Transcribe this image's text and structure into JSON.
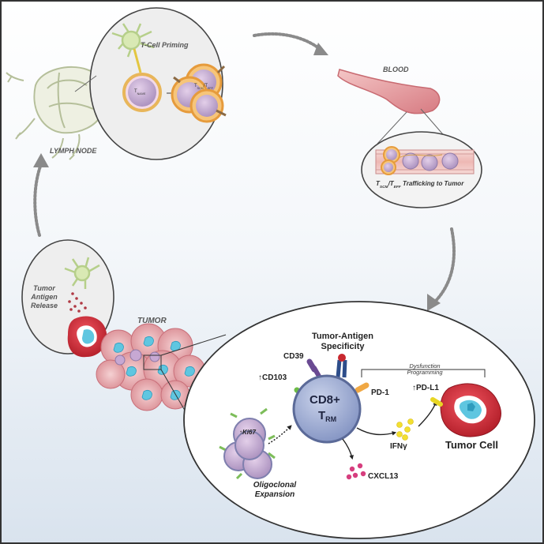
{
  "labels": {
    "t_cell_priming": "T-Cell Priming",
    "lymph_node": "LYMPH NODE",
    "blood": "BLOOD",
    "trafficking_sub_scm": "SCM",
    "trafficking_sub_eff": "EFF",
    "trafficking_rest": " Trafficking to Tumor",
    "tumor": "TUMOR",
    "tumor_antigen_release": "Tumor\nAntigen\nRelease",
    "tumor_antigen_specificity": "Tumor-Antigen\nSpecificity",
    "cd39": "CD39",
    "cd103": "CD103",
    "cd8_main": "CD8+",
    "trm_sub": "RM",
    "pd1": "PD-1",
    "dysfunction_programming": "Dysfunction\nProgramming",
    "pdl1": "PD-L1",
    "ifng": "IFNγ",
    "tumor_cell": "Tumor Cell",
    "cxcl13": "CXCL13",
    "ki67": "Ki67",
    "oligoclonal_expansion": "Oligoclonal\nExpansion",
    "t_naive_sub": "NAIVE",
    "tscm_sub": "SCM",
    "teff_sub": "EFF"
  },
  "colors": {
    "background_top": "#ffffff",
    "background_bottom": "#dfe7ef",
    "cell_purple": "#c7a8d3",
    "cell_outline": "#6f7fa6",
    "priming_orange": "#f1b35a",
    "tumor_red": "#d8323b",
    "tumor_cyan": "#5fc6e0",
    "blood_pink": "#e9a3a8",
    "arrow_gray": "#8a8a8a"
  }
}
